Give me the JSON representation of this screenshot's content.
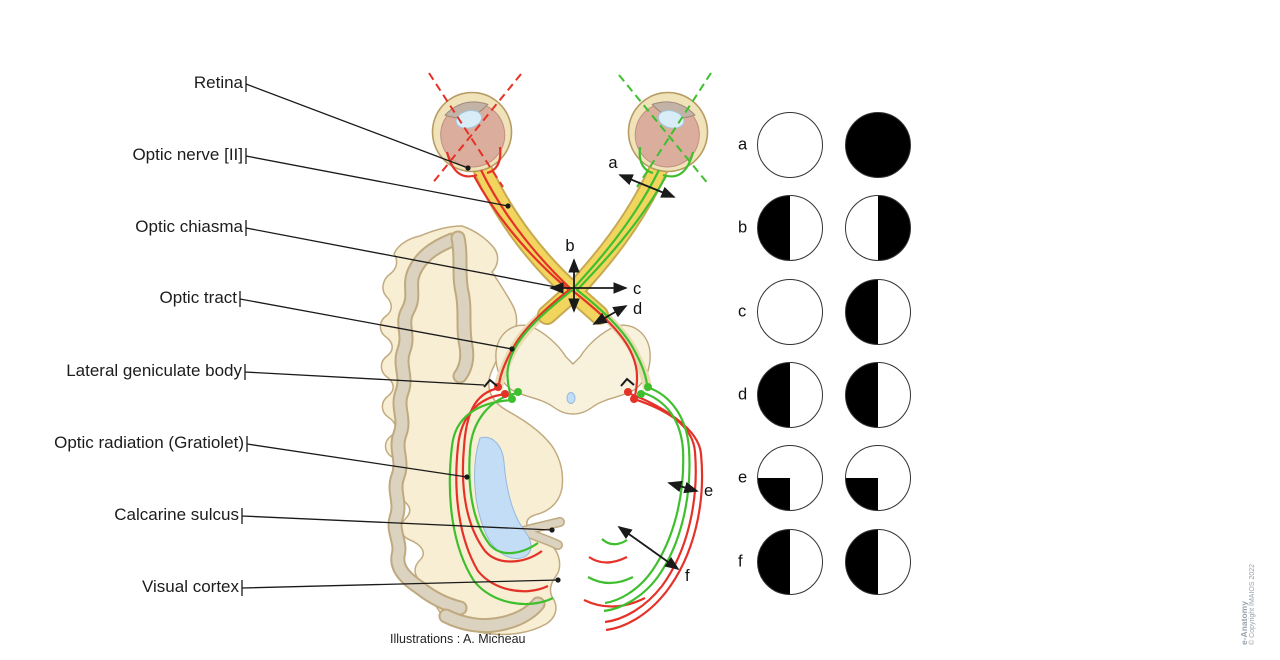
{
  "labels": [
    "Retina",
    "Optic nerve [II]",
    "Optic chiasma",
    "Optic tract",
    "Lateral geniculate body",
    "Optic radiation (Gratiolet)",
    "Calcarine sulcus",
    "Visual cortex"
  ],
  "lesion_markers": [
    "a",
    "b",
    "c",
    "d",
    "e",
    "f"
  ],
  "visual_fields": {
    "rows": [
      {
        "letter": "a",
        "left_eye": "normal",
        "right_eye": "full"
      },
      {
        "letter": "b",
        "left_eye": "left-half",
        "right_eye": "right-half"
      },
      {
        "letter": "c",
        "left_eye": "normal",
        "right_eye": "left-half"
      },
      {
        "letter": "d",
        "left_eye": "left-half",
        "right_eye": "left-half"
      },
      {
        "letter": "e",
        "left_eye": "lower-left-quadrant",
        "right_eye": "lower-left-quadrant"
      },
      {
        "letter": "f",
        "left_eye": "left-half",
        "right_eye": "left-half"
      }
    ]
  },
  "footer": {
    "credit": "Illustrations : A. Micheau"
  },
  "watermark": {
    "brand": "e-Anatomy",
    "copyright": "© Copyright IMAIOS 2022"
  },
  "colors": {
    "left_eye_pathway_red": "#e53228",
    "right_eye_pathway_green": "#3fbf2e",
    "optic_nerve_yellow": "#f2d55e",
    "defect_black": "#000000",
    "brain_cream": "#f7eed3",
    "gyri_gray": "#dbd3bf",
    "ventricle_blue": "#c2ddf5"
  }
}
